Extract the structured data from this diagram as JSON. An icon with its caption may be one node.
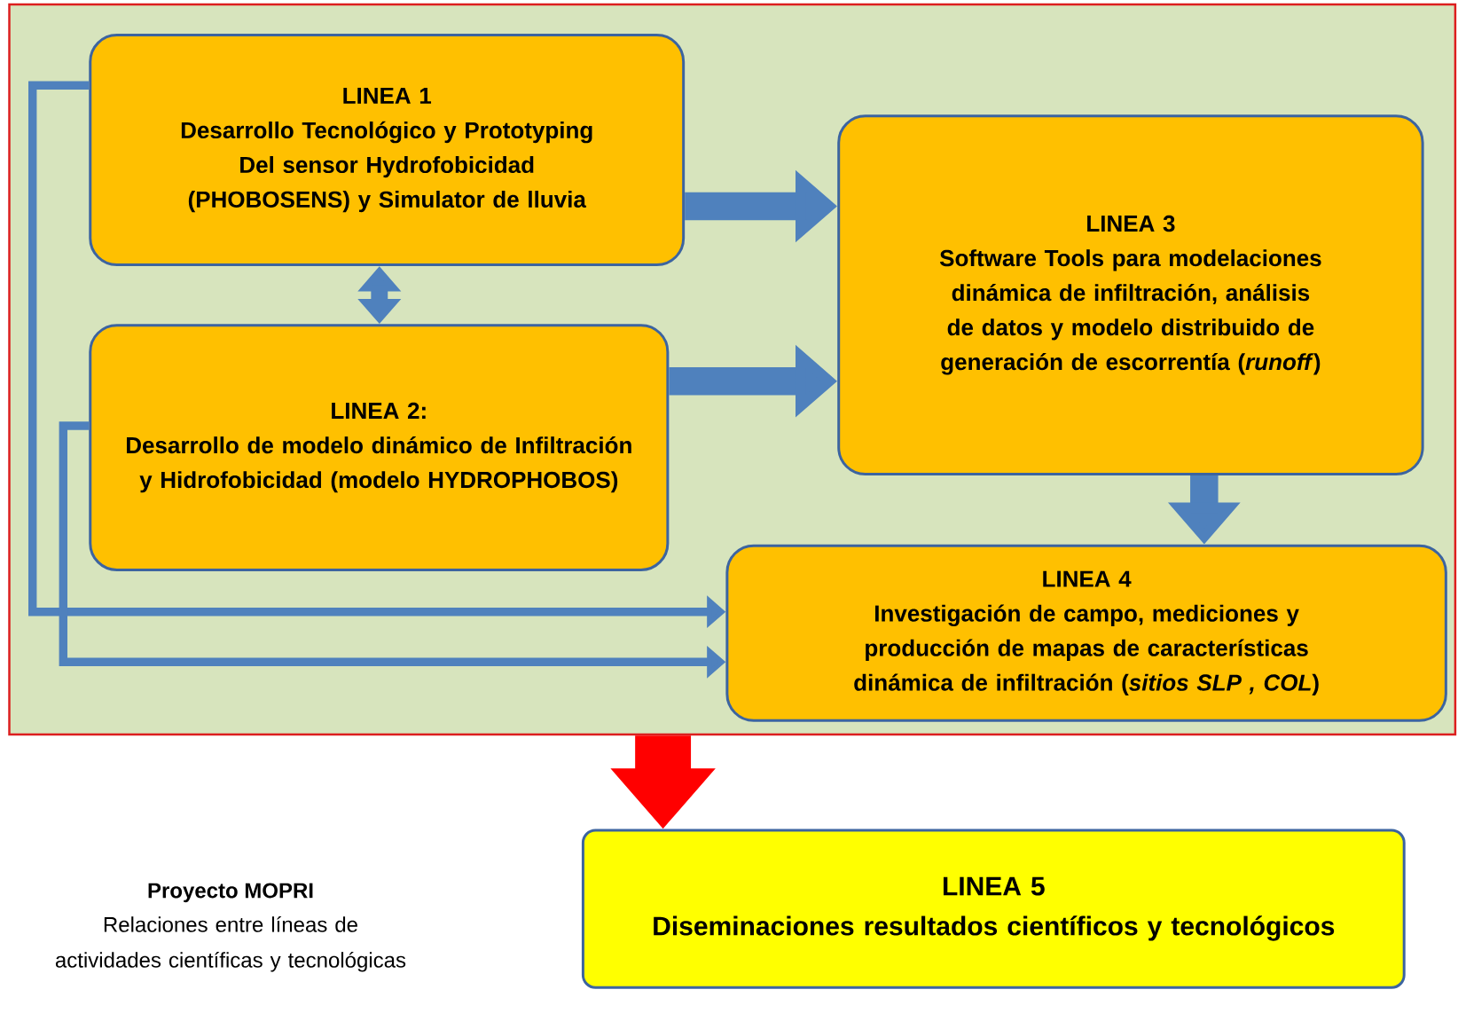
{
  "diagram": {
    "nodes": [
      {
        "text": [],
        "shape": "box"
      },
      {
        "text": [
          "LINEA 1",
          "Desarrollo Tecnológico y Prototyping Del sensor Hydrofobicidad (PHOBOSENS) y Simulator de lluvia"
        ],
        "in": 0
      },
      {
        "text": [
          "LINEA 2:",
          "Desarrollo de modelo dinámico de Infiltración y Hidrofobicidad (modelo HYDROPHOBOS)"
        ],
        "in": 0
      },
      {
        "text": [
          "LINEA 3",
          "Software Tools para modelaciones dinámica de infiltración, análisis de datos y modelo distribuido de generación de escorrentía (*runoff*)"
        ],
        "in": 0
      },
      {
        "text": [
          "LINEA 4",
          "Investigación de campo, mediciones y producción de mapas de características dinámica de infiltración (*sitios SLP , COL*)"
        ],
        "in": 0
      },
      {
        "text": [
          "LINEA 5",
          "Diseminaciones resultados científicos y tecnológicos"
        ]
      }
    ],
    "edges": [
      {
        "from": 1,
        "to": 3,
        "arrow": "to"
      },
      {
        "from": 2,
        "to": 3,
        "arrow": "to"
      },
      {
        "from": 1,
        "to": 2,
        "arrow": "both"
      },
      {
        "from": 3,
        "to": 4,
        "arrow": "to"
      },
      {
        "from": 1,
        "to": 4,
        "arrow": "to"
      },
      {
        "from": 2,
        "to": 4,
        "arrow": "to"
      },
      {
        "from": 0,
        "to": 5,
        "arrow": "to",
        "style": "thick",
        "color": "#ff0000"
      }
    ],
    "labels": [
      "Proyecto MOPRI",
      "Relaciones entre líneas de actividades científicas y tecnológicas"
    ]
  }
}
